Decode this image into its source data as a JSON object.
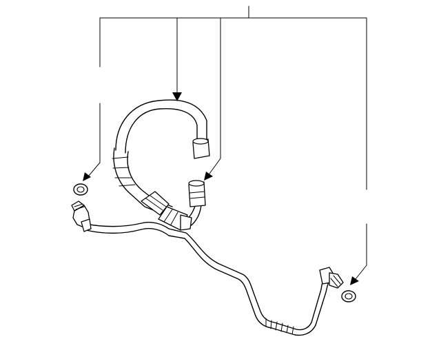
{
  "diagram": {
    "callouts": [
      {
        "target": "washer-left"
      },
      {
        "target": "discharge-hose"
      },
      {
        "target": "hose-fitting-right"
      },
      {
        "target": "washer-right"
      }
    ]
  }
}
